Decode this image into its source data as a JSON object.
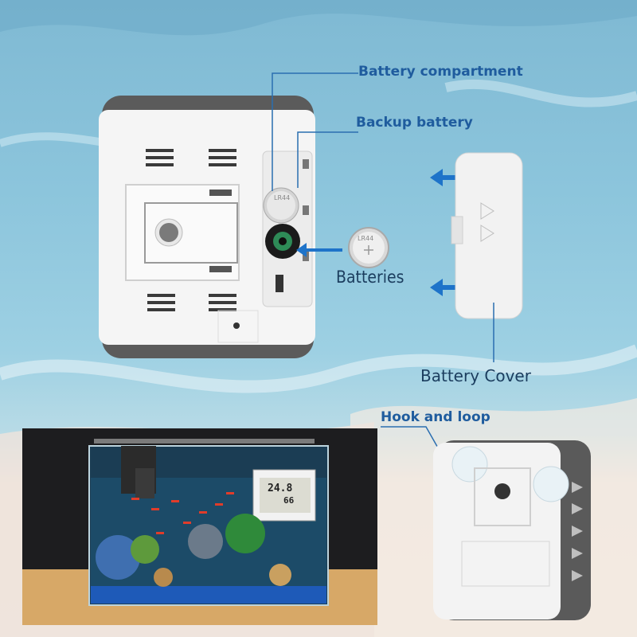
{
  "callouts": {
    "battery_compartment": "Battery compartment",
    "backup_battery": "Backup battery",
    "batteries": "Batteries",
    "battery_cover": "Battery Cover",
    "hook_and_loop": "Hook and loop"
  },
  "coin_battery": {
    "label": "LR44"
  },
  "thermometer_display": {
    "temperature": "24.8",
    "humidity": "66"
  },
  "colors": {
    "callout_text": "#1f5c9e",
    "arrow": "#1e73c9",
    "device_white": "#f4f4f4",
    "device_gray": "#5a5a5a"
  },
  "icons": [
    "arrow-left-icon",
    "coin-battery-icon",
    "suction-cup-icon"
  ]
}
